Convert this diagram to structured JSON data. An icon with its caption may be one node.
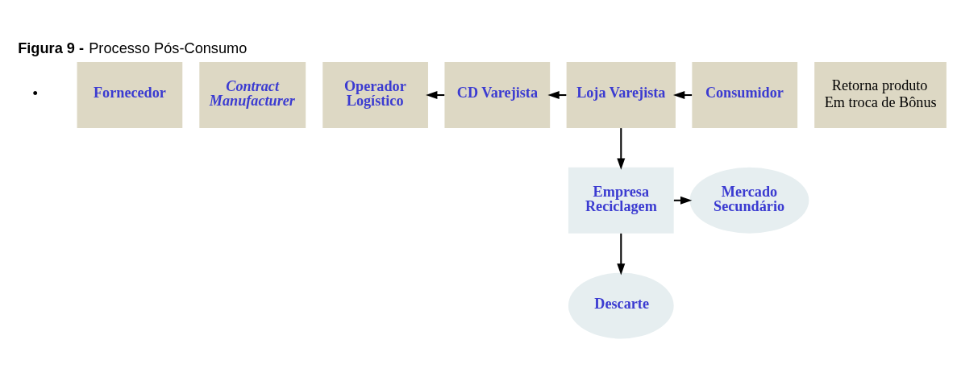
{
  "diagram": {
    "title": "**Figura 9 -** Processo Pós-Consumo",
    "nodes": [
      {
        "text": [
          "Fornecedor"
        ]
      },
      {
        "text": [
          "Contract Manufacturer"
        ]
      },
      {
        "text": [
          "Operador Logístico"
        ]
      },
      {
        "text": [
          "CD Varejista"
        ]
      },
      {
        "text": [
          "Loja Varejista"
        ]
      },
      {
        "text": [
          "Consumidor"
        ]
      },
      {
        "text": [
          "Retorna produto Em troca de Bônus"
        ]
      },
      {
        "text": [
          "Mercado Secundário"
        ]
      },
      {
        "text": [
          "Empresa Reciclagem"
        ]
      },
      {
        "text": [
          "Descarte"
        ]
      }
    ],
    "edges": [
      {
        "from": 5,
        "to": 4,
        "arrow": "to"
      },
      {
        "from": 4,
        "to": 3,
        "arrow": "to"
      },
      {
        "from": 3,
        "to": 2,
        "arrow": "to"
      },
      {
        "from": 4,
        "to": 8,
        "arrow": "to"
      },
      {
        "from": 8,
        "to": 7,
        "arrow": "to"
      },
      {
        "from": 8,
        "to": 9,
        "arrow": "to"
      }
    ],
    "labels": [
      "•"
    ]
  }
}
